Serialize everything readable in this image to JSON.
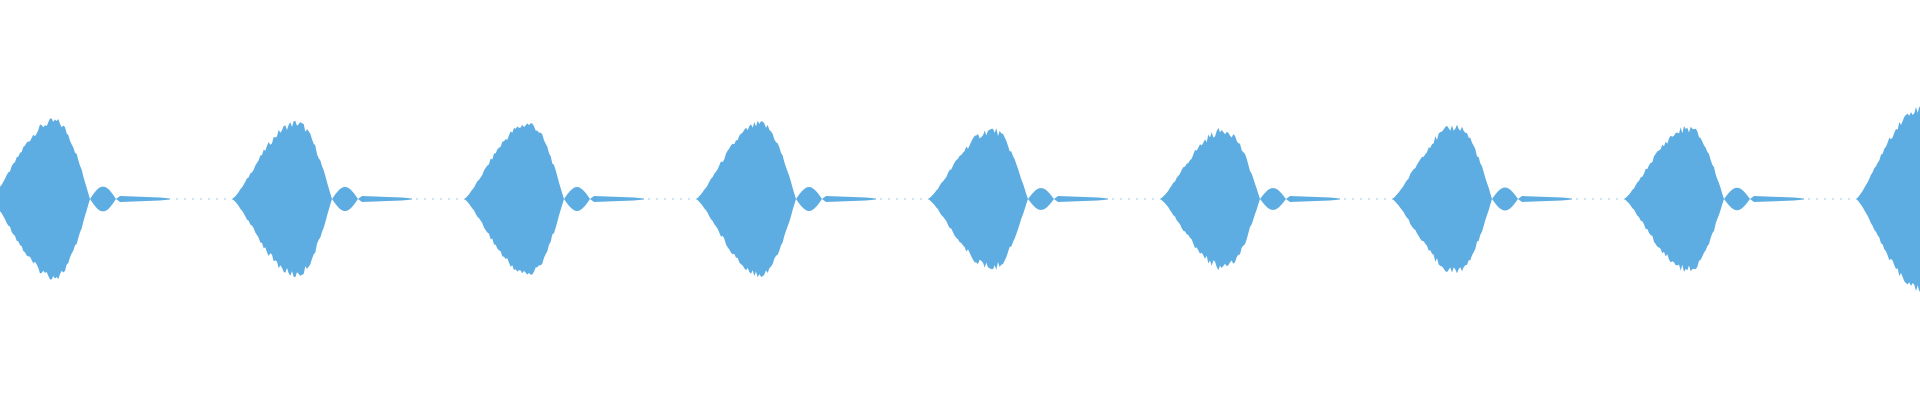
{
  "waveform": {
    "color": "#5dade2",
    "background": "#ffffff",
    "pulses": [
      {
        "peak": 0.86
      },
      {
        "peak": 0.84
      },
      {
        "peak": 0.83
      },
      {
        "peak": 0.83
      },
      {
        "peak": 0.76
      },
      {
        "peak": 0.76
      },
      {
        "peak": 0.8
      },
      {
        "peak": 0.78
      },
      {
        "peak": 1.0
      }
    ]
  }
}
